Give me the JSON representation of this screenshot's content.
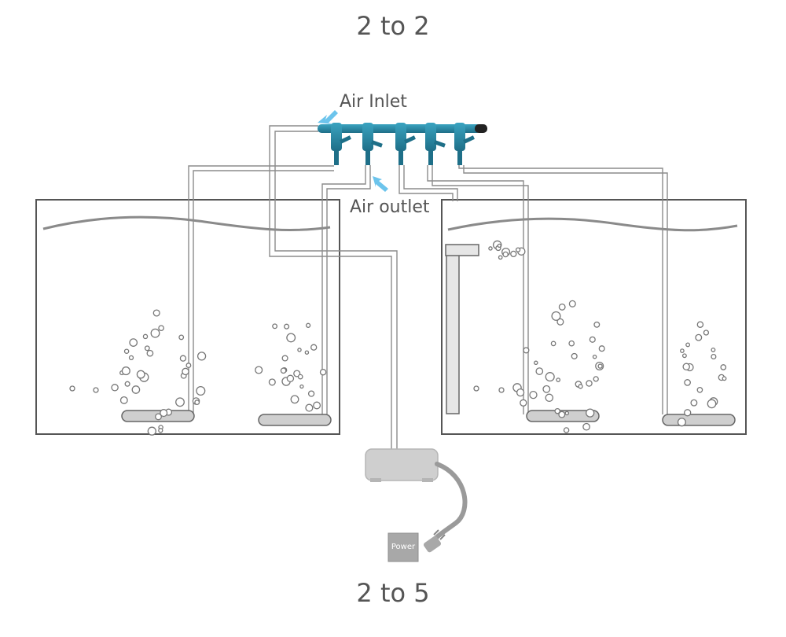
{
  "titles": {
    "top": "2 to 2",
    "bottom": "2 to 5"
  },
  "labels": {
    "air_inlet": "Air Inlet",
    "air_outlet": "Air outlet",
    "power": "Power"
  },
  "colors": {
    "manifold": "#2a8aa6",
    "manifold_dark": "#1e6f88",
    "arrow": "#6cc4ec",
    "line": "#555555",
    "tube": "#9a9a9a",
    "pump": "#c9c9c9",
    "power_box": "#a8a8a8",
    "water_line": "#8a8a8a",
    "stone": "#bdbdbd",
    "bubble": "#777777"
  },
  "manifold": {
    "valve_count": 5
  },
  "tanks": [
    "left-tank",
    "right-tank"
  ]
}
